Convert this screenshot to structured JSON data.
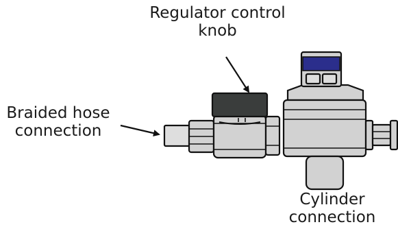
{
  "labels": {
    "regulator_knob": "Regulator control\nknob",
    "braided_hose": "Braided hose\nconnection",
    "cylinder": "Cylinder\nconnection"
  },
  "colors": {
    "knob": "#3a3d3c",
    "cap_blue": "#2b2e8c",
    "metal": "#d2d2d2",
    "outline": "#111111"
  }
}
